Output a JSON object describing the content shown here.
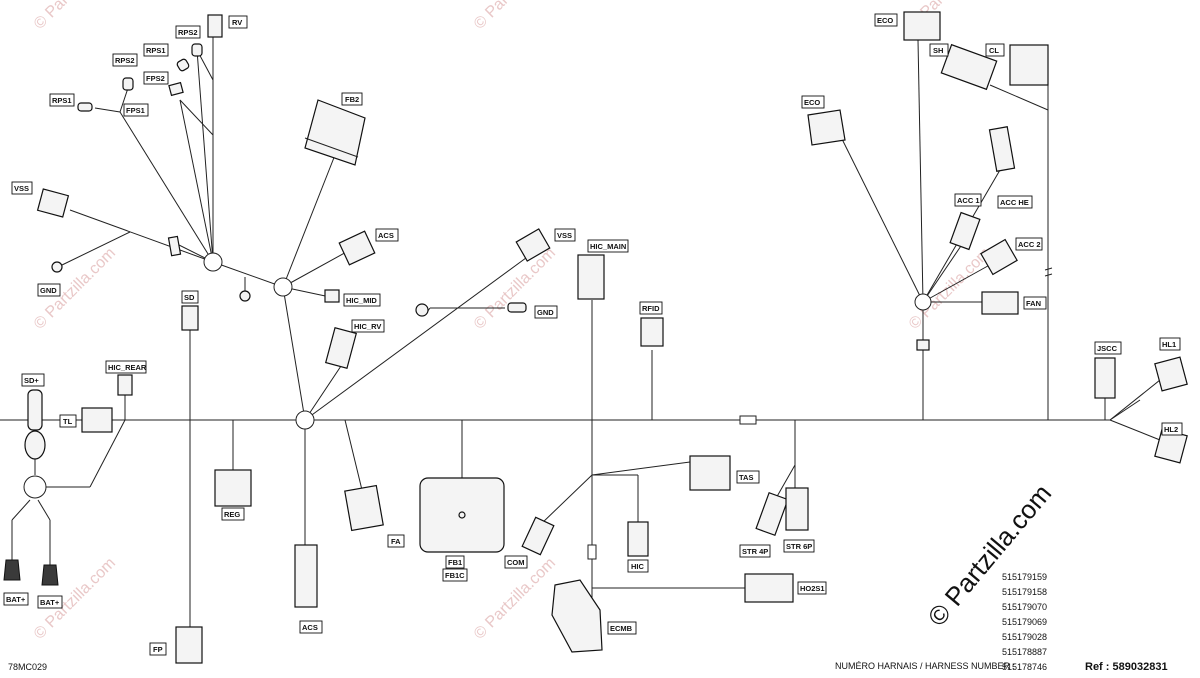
{
  "diagram_id": "78MC029",
  "watermark_text": "© Partzilla.com",
  "labels": {
    "rv": "RV",
    "rps2_top": "RPS2",
    "rps1_top": "RPS1",
    "fps2": "FPS2",
    "rps2_left": "RPS2",
    "rps1_left": "RPS1",
    "fps1": "FPS1",
    "fb2": "FB2",
    "vss_left": "VSS",
    "gnd_left": "GND",
    "acs_top": "ACS",
    "hic_mid": "HIC_MID",
    "hic_rv": "HIC_RV",
    "vss_mid": "VSS",
    "hic_main": "HIC_MAIN",
    "gnd_mid": "GND",
    "rfid": "RFID",
    "sd": "SD",
    "sd_plus": "SD+",
    "hic_rear": "HIC_REAR",
    "tl": "TL",
    "reg": "REG",
    "fa": "FA",
    "fb1": "FB1",
    "fb1c": "FB1C",
    "acs_bottom": "ACS",
    "fp": "FP",
    "bat_plus_1": "BAT+",
    "bat_plus_2": "BAT+",
    "com": "COM",
    "hic": "HIC",
    "tas": "TAS",
    "str_4p": "STR 4P",
    "str_6p": "STR 6P",
    "ho2s1": "HO2S1",
    "ecmb": "ECMB",
    "eco_top": "ECO",
    "sh": "SH",
    "cl": "CL",
    "eco_left": "ECO",
    "acc_1": "ACC 1",
    "acc_he": "ACC HE",
    "acc_2": "ACC 2",
    "fan": "FAN",
    "jscc": "JSCC",
    "hl1": "HL1",
    "hl2": "HL2"
  },
  "harness_caption": "NUMÉRO HARNAIS / HARNESS NUMBER :",
  "harness_numbers": [
    "515179159",
    "515179158",
    "515179070",
    "515179069",
    "515179028",
    "515178887",
    "515178746"
  ],
  "ref_text": "Ref : 589032831"
}
